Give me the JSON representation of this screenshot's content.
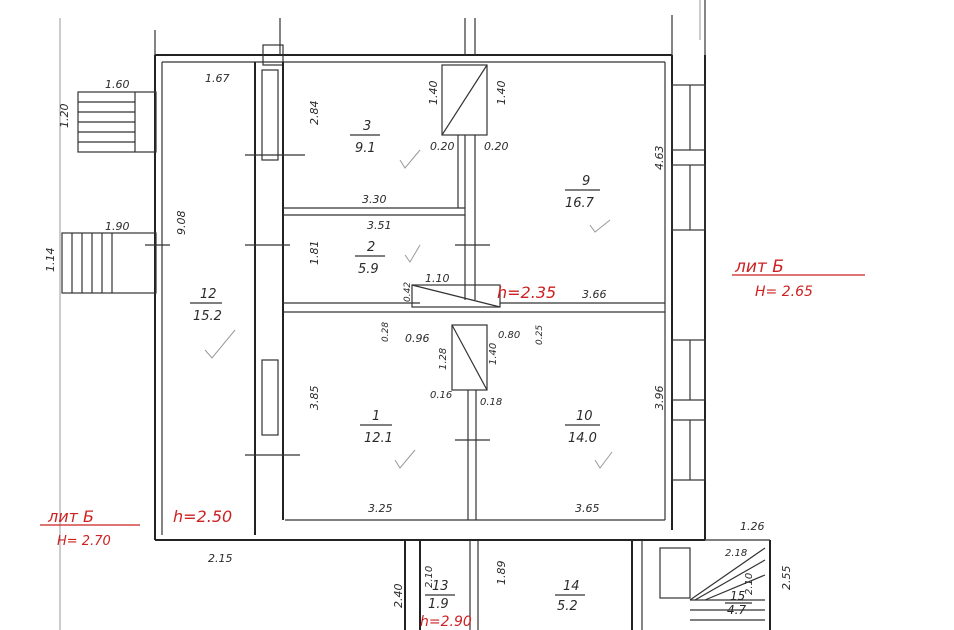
{
  "colors": {
    "ink": "#2a2a2a",
    "red_annotation": "#cc2222",
    "paper": "#ffffff"
  },
  "rooms": [
    {
      "number": "3",
      "area": "9.1"
    },
    {
      "number": "9",
      "area": "16.7"
    },
    {
      "number": "2",
      "area": "5.9"
    },
    {
      "number": "12",
      "area": "15.2"
    },
    {
      "number": "1",
      "area": "12.1"
    },
    {
      "number": "10",
      "area": "14.0"
    },
    {
      "number": "13",
      "area": "1.9"
    },
    {
      "number": "14",
      "area": "5.2"
    },
    {
      "number": "15",
      "area": "4.7"
    }
  ],
  "dimensions": [
    "1.60",
    "1.20",
    "1.67",
    "2.84",
    "1.40",
    "1.40",
    "0.20",
    "0.20",
    "4.63",
    "3.30",
    "9.08",
    "1.90",
    "1.14",
    "3.51",
    "1.81",
    "0.42",
    "1.10",
    "3.66",
    "0.28",
    "0.96",
    "1.40",
    "0.80",
    "0.25",
    "1.28",
    "3.85",
    "3.96",
    "0.16",
    "0.18",
    "3.25",
    "3.65",
    "2.15",
    "1.26",
    "2.18",
    "2.40",
    "2.10",
    "1.89",
    "2.10",
    "2.55"
  ],
  "annotations": {
    "h_main": "h=2.35",
    "lit_b_right": "лит Б",
    "h_right": "H= 2.65",
    "h_room12": "h=2.50",
    "lit_b_left": "лит Б",
    "h_left": "H= 2.70",
    "h_bottom": "h=2.90"
  }
}
